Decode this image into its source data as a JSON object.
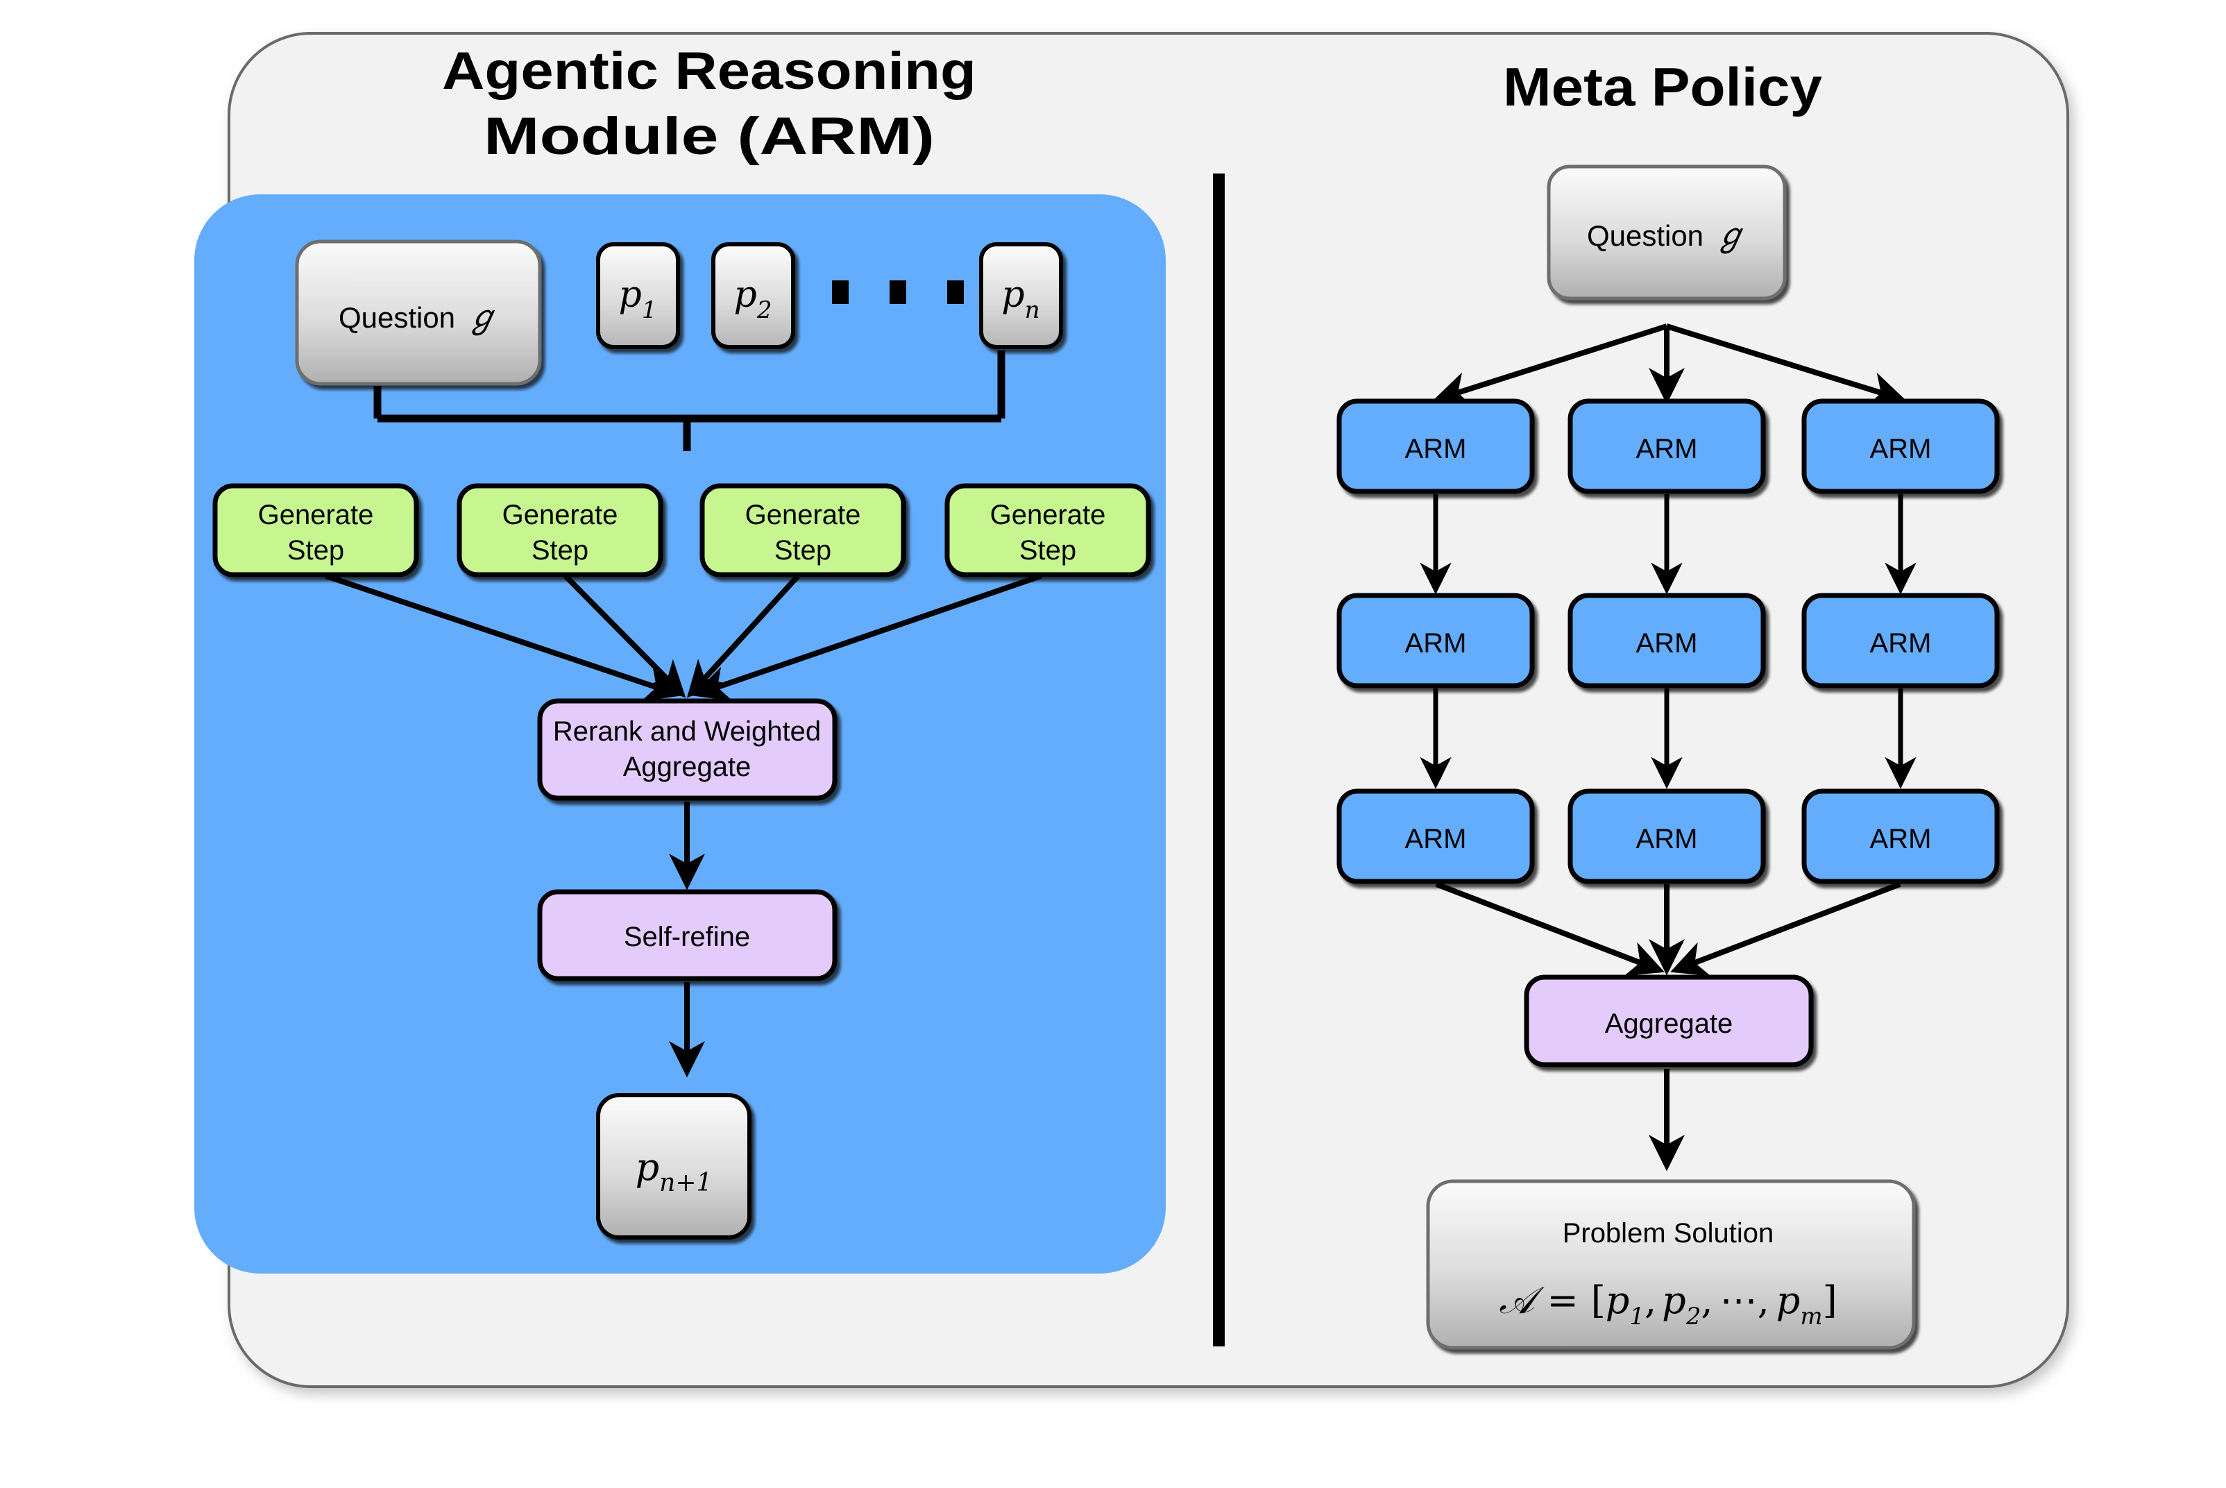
{
  "figure": {
    "background": "#ffffff",
    "outer_panel_fill": "#f2f2f2",
    "arm_panel_fill": "#63adfc",
    "node_green": "#c7f58f",
    "node_purple": "#e3cbfb",
    "node_blue": "#63adfc",
    "node_gray_top": "#f2f2f2",
    "node_gray_bottom": "#b4b4b4",
    "stroke": "#000000"
  },
  "left_panel": {
    "title_line1": "Agentic Reasoning",
    "title_line2": "Module (ARM)",
    "question_node": {
      "prefix": "Question",
      "symbol": "ℊ"
    },
    "step_tokens": [
      {
        "base": "p",
        "sub": "1"
      },
      {
        "base": "p",
        "sub": "2"
      },
      {
        "base": "p",
        "sub": "n"
      }
    ],
    "ellipsis": "▪ ▪ ▪",
    "generate_steps": [
      {
        "line1": "Generate",
        "line2": "Step"
      },
      {
        "line1": "Generate",
        "line2": "Step"
      },
      {
        "line1": "Generate",
        "line2": "Step"
      },
      {
        "line1": "Generate",
        "line2": "Step"
      }
    ],
    "rerank_node": {
      "line1": "Rerank and Weighted",
      "line2": "Aggregate"
    },
    "self_refine_node": {
      "label": "Self-refine"
    },
    "output_node": {
      "base": "p",
      "sub": "n+1"
    }
  },
  "right_panel": {
    "title": "Meta Policy",
    "question_node": {
      "prefix": "Question",
      "symbol": "ℊ"
    },
    "arm_grid": [
      [
        {
          "label": "ARM"
        },
        {
          "label": "ARM"
        },
        {
          "label": "ARM"
        }
      ],
      [
        {
          "label": "ARM"
        },
        {
          "label": "ARM"
        },
        {
          "label": "ARM"
        }
      ],
      [
        {
          "label": "ARM"
        },
        {
          "label": "ARM"
        },
        {
          "label": "ARM"
        }
      ]
    ],
    "aggregate_node": {
      "label": "Aggregate"
    },
    "solution_node": {
      "title": "Problem Solution",
      "formula_lhs": "𝒜",
      "formula_eq": "=",
      "formula_open": "[",
      "formula_terms": [
        {
          "base": "p",
          "sub": "1"
        },
        {
          "base": "p",
          "sub": "2"
        }
      ],
      "formula_dots": "⋯",
      "formula_last": {
        "base": "p",
        "sub": "m"
      },
      "formula_close": "]"
    }
  }
}
